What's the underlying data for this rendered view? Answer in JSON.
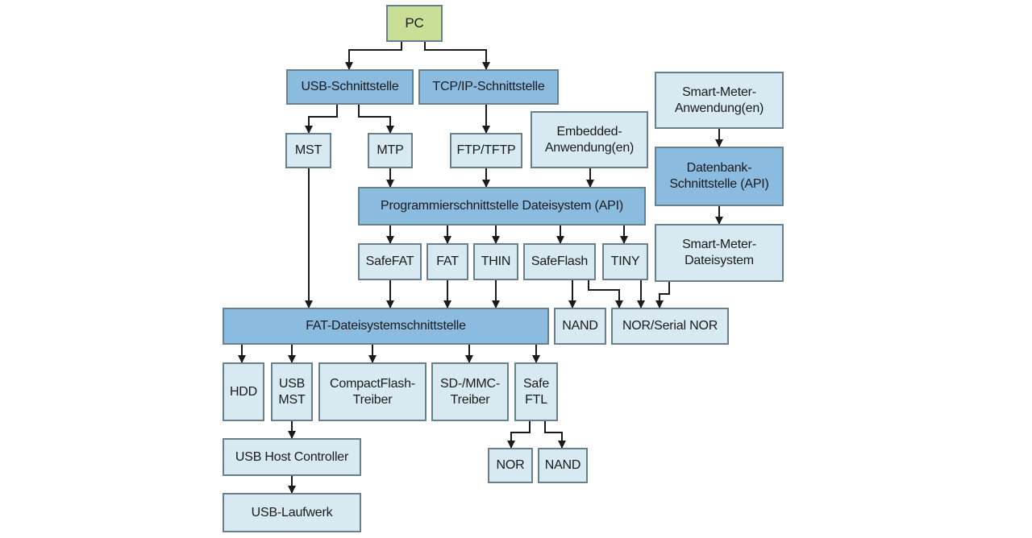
{
  "colors": {
    "root": "#c9df98",
    "interface": "#8cbbe0",
    "module": "#d7e9f1",
    "border": "#6a7f8c",
    "line": "#1a1a1a"
  },
  "nodes": {
    "pc": "PC",
    "usb_if": "USB-Schnittstelle",
    "tcpip_if": "TCP/IP-Schnittstelle",
    "smart_app": "Smart-Meter-\nAnwendung(en)",
    "mst": "MST",
    "mtp": "MTP",
    "ftp": "FTP/TFTP",
    "embedded_app": "Embedded-\nAnwendung(en)",
    "db_if": "Datenbank-\nSchnittstelle (API)",
    "fs_api": "Programmierschnittstelle Dateisystem (API)",
    "safefat": "SafeFAT",
    "fat": "FAT",
    "thin": "THIN",
    "safeflash": "SafeFlash",
    "tiny": "TINY",
    "smart_fs": "Smart-Meter-\nDateisystem",
    "fat_if": "FAT-Dateisystemschnittstelle",
    "nand_top": "NAND",
    "nor_serial": "NOR/Serial NOR",
    "hdd": "HDD",
    "usb_mst": "USB\nMST",
    "cf": "CompactFlash-\nTreiber",
    "sdmmc": "SD-/MMC-\nTreiber",
    "safeftl": "Safe\nFTL",
    "nor_bottom": "NOR",
    "nand_bottom": "NAND",
    "usb_host": "USB Host Controller",
    "usb_drive": "USB-Laufwerk"
  }
}
